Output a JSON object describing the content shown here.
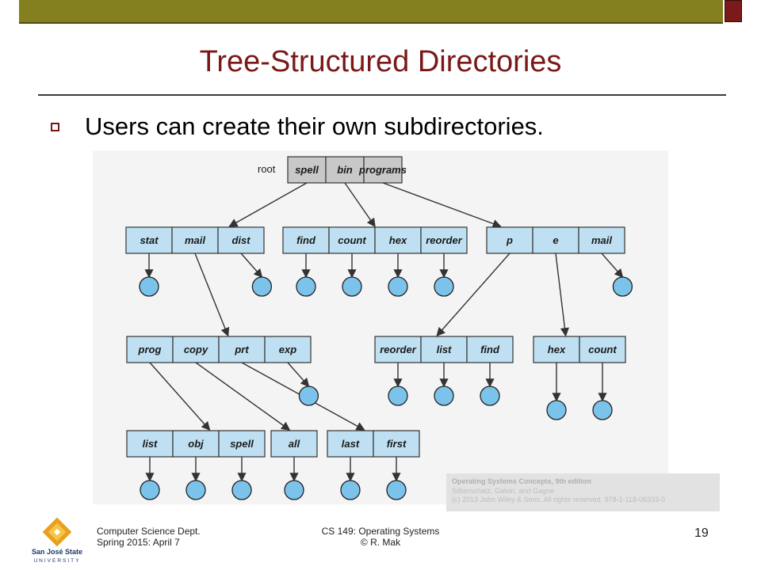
{
  "slide": {
    "title": "Tree-Structured Directories",
    "bullet": "Users can create their own subdirectories.",
    "page_number": "19"
  },
  "figure": {
    "root_label": "root",
    "directories": [
      {
        "id": "root",
        "entries": [
          "spell",
          "bin",
          "programs"
        ],
        "shaded": true
      },
      {
        "id": "d1",
        "entries": [
          "stat",
          "mail",
          "dist"
        ]
      },
      {
        "id": "d2",
        "entries": [
          "find",
          "count",
          "hex",
          "reorder"
        ]
      },
      {
        "id": "d3",
        "entries": [
          "p",
          "e",
          "mail"
        ]
      },
      {
        "id": "d4",
        "entries": [
          "prog",
          "copy",
          "prt",
          "exp"
        ]
      },
      {
        "id": "d5",
        "entries": [
          "reorder",
          "list",
          "find"
        ]
      },
      {
        "id": "d6",
        "entries": [
          "hex",
          "count"
        ]
      },
      {
        "id": "d7",
        "entries": [
          "list",
          "obj",
          "spell"
        ]
      },
      {
        "id": "d8",
        "entries": [
          "all"
        ]
      },
      {
        "id": "d9",
        "entries": [
          "last",
          "first"
        ]
      }
    ],
    "credit": {
      "line1": "Operating Systems Concepts, 9th edition",
      "line2": "Silberschatz, Galvin, and Gagne",
      "line3": "(c) 2013 John Wiley & Sons. All rights reserved. 978-1-118-06333-0"
    }
  },
  "footer": {
    "left_line1": "Computer Science Dept.",
    "left_line2": "Spring 2015: April 7",
    "mid_line1": "CS 149: Operating Systems",
    "mid_line2": "© R. Mak",
    "logo_line1": "San José State",
    "logo_line2": "UNIVERSITY"
  },
  "colors": {
    "topbar": "#84801f",
    "title": "#7a1818",
    "dir_box": "#bfe0f2",
    "file_node": "#7cc3ec"
  }
}
